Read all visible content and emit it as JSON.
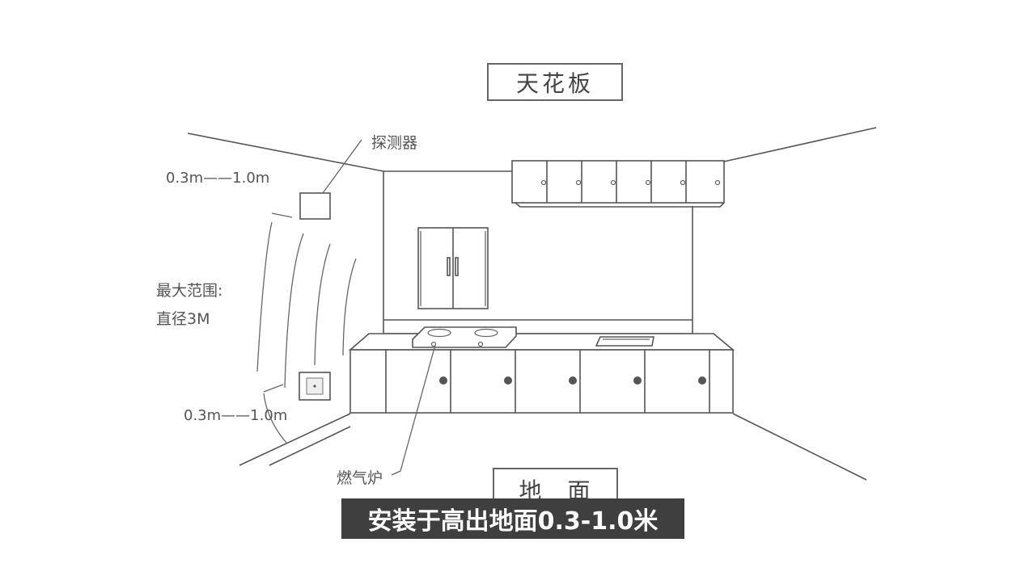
{
  "labels": {
    "ceiling": "天花板",
    "floor": "地　面",
    "detector": "探测器",
    "top_range": "0.3m——1.0m",
    "bottom_range": "0.3m——1.0m",
    "max_range_line1": "最大范围:",
    "max_range_line2": "直径3M",
    "stove": "燃气炉"
  },
  "caption": "安装于高出地面0.3-1.0米",
  "colors": {
    "line": "#555555",
    "caption_bg": "#3f3f3f",
    "caption_text": "#ffffff",
    "background": "#ffffff"
  }
}
